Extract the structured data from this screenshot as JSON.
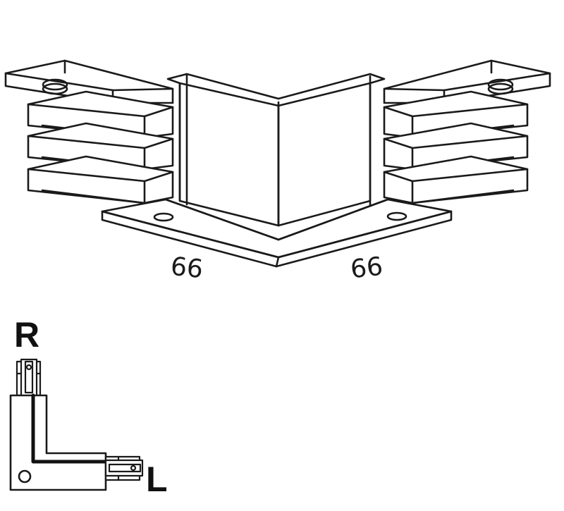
{
  "dimensions": {
    "left_length": "66",
    "right_length": "66"
  },
  "orientation": {
    "top_label": "R",
    "bottom_label": "L"
  }
}
